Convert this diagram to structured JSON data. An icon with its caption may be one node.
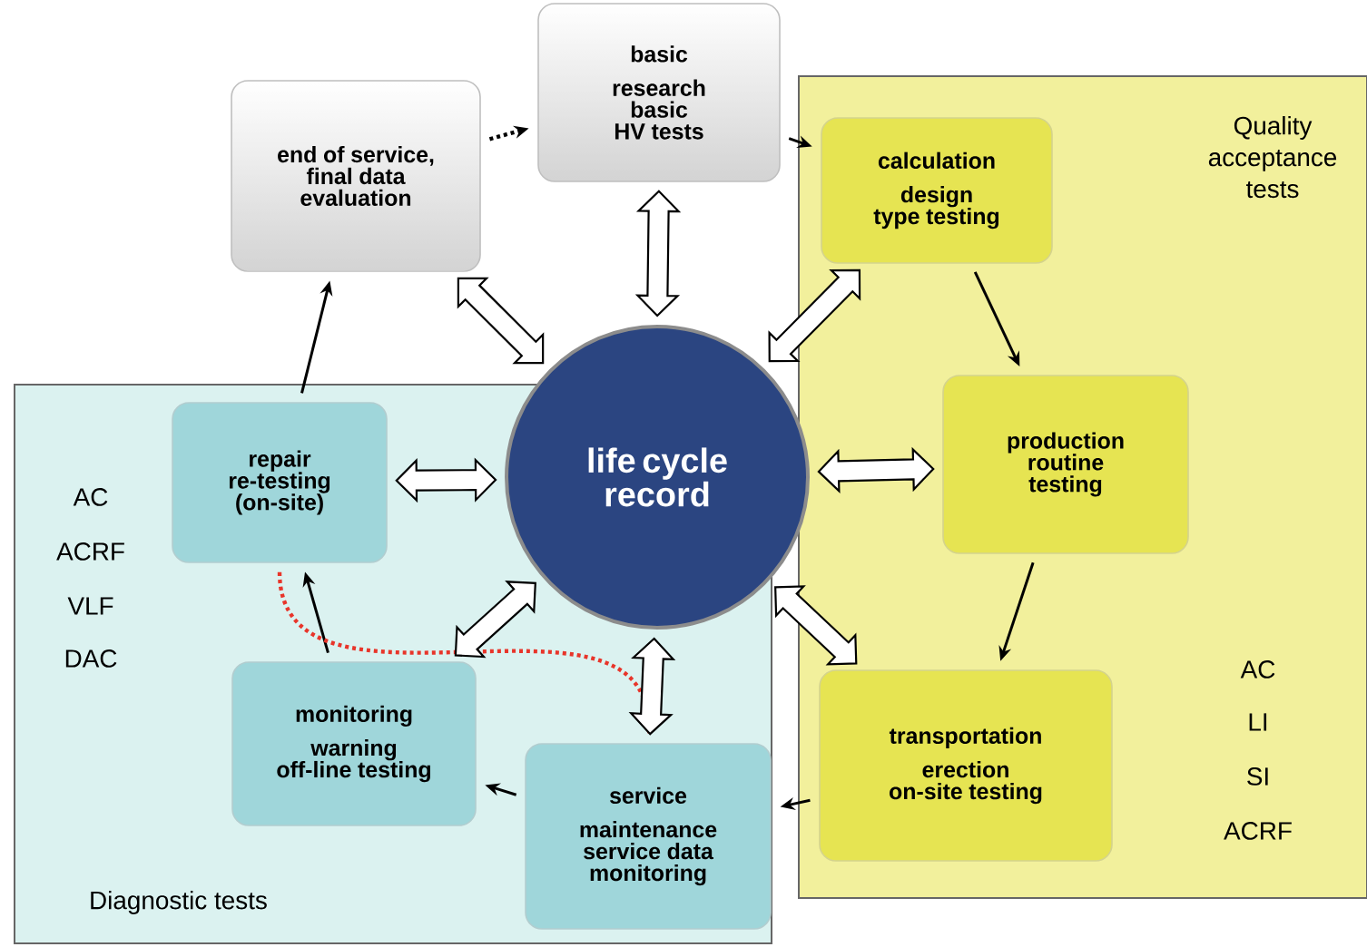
{
  "diagram": {
    "nodes": [
      {
        "text": [
          "end of service, final data evaluation"
        ]
      },
      {
        "text": [
          "basic research",
          "basic HV tests"
        ]
      },
      {
        "text": [
          "Quality acceptance tests"
        ]
      },
      {
        "text": [
          "calculation",
          "design",
          "type testing"
        ],
        "in": 2
      },
      {
        "text": [
          "life cycle record"
        ]
      },
      {
        "text": [
          "Diagnostic tests"
        ]
      },
      {
        "text": [
          "repair",
          "re-testing (on-site)"
        ],
        "in": 5
      },
      {
        "text": [
          "production",
          "routine testing"
        ],
        "in": 2
      },
      {
        "text": [
          "monitoring",
          "warning",
          "off-line testing"
        ],
        "in": 5
      },
      {
        "text": [
          "service",
          "maintenance",
          "service data monitoring"
        ],
        "in": 5
      },
      {
        "text": [
          "transportation",
          "erection",
          "on-site testing"
        ],
        "in": 2
      }
    ],
    "edges": [
      {
        "from": 0,
        "to": 1,
        "arrow": "to",
        "style": "dashed"
      },
      {
        "from": 1,
        "to": 3,
        "arrow": "to"
      },
      {
        "from": 3,
        "to": 7,
        "arrow": "to"
      },
      {
        "from": 7,
        "to": 10,
        "arrow": "to"
      },
      {
        "from": 10,
        "to": 9,
        "arrow": "to"
      },
      {
        "from": 9,
        "to": 8,
        "arrow": "to"
      },
      {
        "from": 8,
        "to": 6,
        "arrow": "to"
      },
      {
        "from": 6,
        "to": 0,
        "arrow": "to"
      },
      {
        "from": 6,
        "to": 9,
        "arrow": "to",
        "style": "dashed",
        "color": "#e8352a"
      },
      {
        "from": 4,
        "to": 0,
        "arrow": "both",
        "style": "thick"
      },
      {
        "from": 4,
        "to": 1,
        "arrow": "both",
        "style": "thick"
      },
      {
        "from": 4,
        "to": 3,
        "arrow": "both",
        "style": "thick"
      },
      {
        "from": 4,
        "to": 7,
        "arrow": "both",
        "style": "thick"
      },
      {
        "from": 4,
        "to": 10,
        "arrow": "both",
        "style": "thick"
      },
      {
        "from": 4,
        "to": 9,
        "arrow": "both",
        "style": "thick"
      },
      {
        "from": 4,
        "to": 8,
        "arrow": "both",
        "style": "thick"
      },
      {
        "from": 4,
        "to": 6,
        "arrow": "both",
        "style": "thick"
      }
    ],
    "labels": [
      "AC",
      "ACRF",
      "VLF",
      "DAC",
      "AC",
      "LI",
      "SI",
      "ACRF"
    ]
  }
}
